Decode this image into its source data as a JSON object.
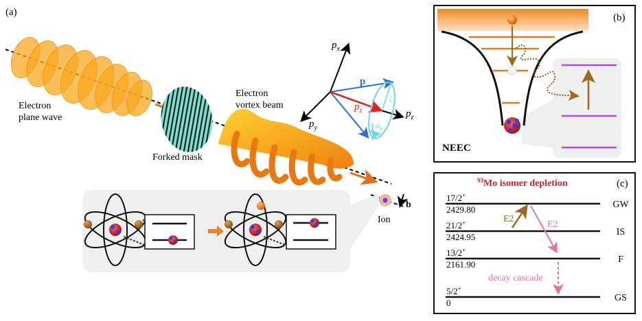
{
  "panel_a": {
    "label": "(a)",
    "plane_wave_label_line1": "Electron",
    "plane_wave_label_line2": "plane wave",
    "mask_label": "Forked mask",
    "vortex_label_line1": "Electron",
    "vortex_label_line2": "vortex beam",
    "axes": {
      "px": "p",
      "px_sub": "x",
      "py": "p",
      "py_sub": "y",
      "pz": "p",
      "pz_sub": "z"
    },
    "vectors": {
      "p": "p",
      "pz_red": "p",
      "pz_red_sub": "z",
      "zeta": "ζ",
      "alpha": "α",
      "alpha_sub": "p"
    },
    "ion_label": "Ion",
    "impact_label": "b"
  },
  "panel_b": {
    "label": "(b)",
    "process_label": "NEEC"
  },
  "panel_c": {
    "label": "(c)",
    "title_sup": "93",
    "title": "Mo isomer depletion",
    "levels": [
      {
        "spin": "17/2",
        "parity": "+",
        "energy": "2429.80",
        "name": "GW"
      },
      {
        "spin": "21/2",
        "parity": "+",
        "energy": "2424.95",
        "name": "IS"
      },
      {
        "spin": "13/2",
        "parity": "+",
        "energy": "2161.90",
        "name": "F"
      },
      {
        "spin": "5/2",
        "parity": "+",
        "energy": "0",
        "name": "GS"
      }
    ],
    "transition_up": "E2",
    "transition_down": "E2",
    "cascade_label": "decay cascade"
  },
  "colors": {
    "orange": "#f5a623",
    "orange_dark": "#e07020",
    "brown": "#9a6a1e",
    "pink": "#e8739a",
    "blue": "#2a6fd6",
    "cyan": "#6fd4ee",
    "red": "#e0201c",
    "purple": "#b04fe0",
    "title_red": "#d42020"
  }
}
